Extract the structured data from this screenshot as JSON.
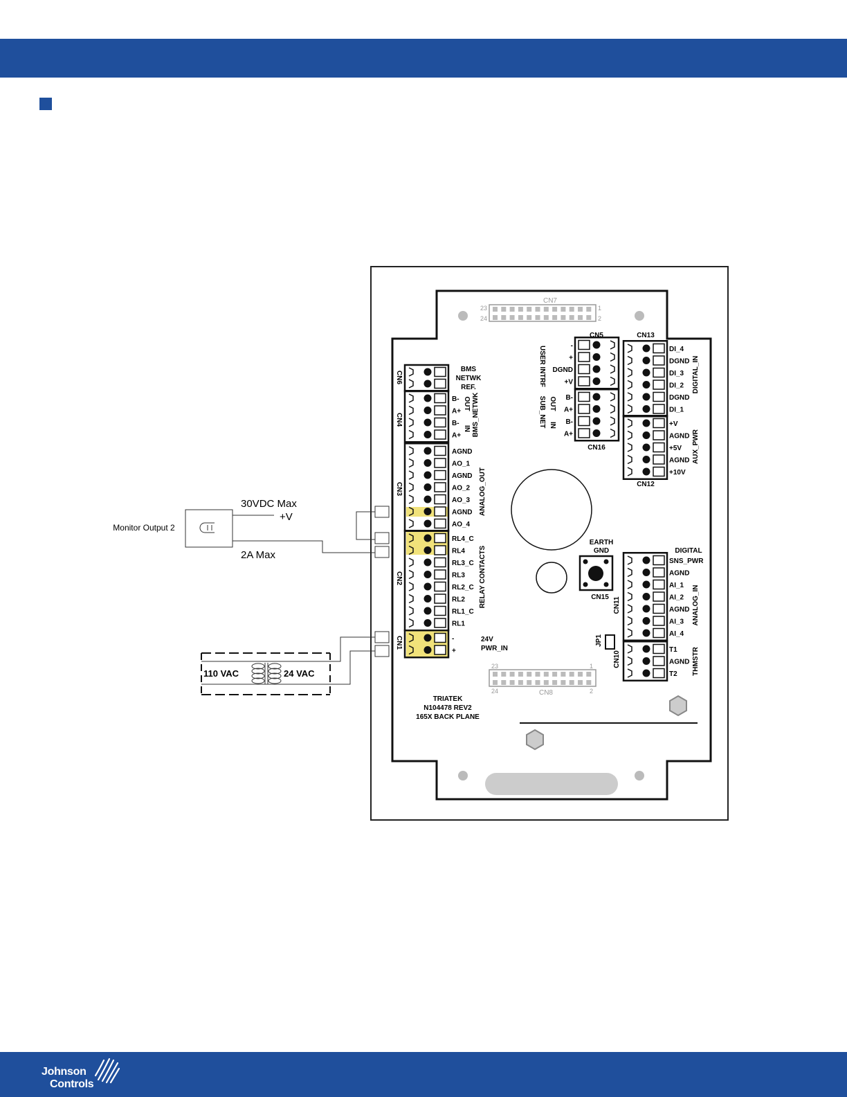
{
  "brand": {
    "line1": "Johnson",
    "line2": "Controls"
  },
  "colors": {
    "header_band": "#1f4f9c",
    "highlight": "#f1e27a"
  },
  "diagram": {
    "monitor": {
      "label": "Monitor Output 2",
      "voltage": "30VDC Max",
      "plus": "+V",
      "current": "2A Max"
    },
    "transformer": {
      "primary": "110 VAC",
      "secondary": "24 VAC"
    },
    "cn7": {
      "name": "CN7",
      "a": "23",
      "b": "24",
      "c": "1",
      "d": "2"
    },
    "cn8": {
      "name": "CN8",
      "a": "23",
      "b": "24",
      "c": "1",
      "d": "2"
    },
    "cn6": {
      "name": "CN6",
      "labels": [
        "BMS",
        "NETWK",
        "REF."
      ]
    },
    "cn4": {
      "name": "CN4",
      "pins": [
        "B-",
        "A+",
        "B-",
        "A+"
      ],
      "out": "OUT",
      "in": "IN",
      "title": "BMS_NETWK"
    },
    "cn3": {
      "name": "CN3",
      "pins": [
        "AGND",
        "AO_1",
        "AGND",
        "AO_2",
        "AO_3",
        "AGND",
        "AO_4"
      ],
      "title": "ANALOG_OUT"
    },
    "cn2": {
      "name": "CN2",
      "pins": [
        "RL4_C",
        "RL4",
        "RL3_C",
        "RL3",
        "RL2_C",
        "RL2",
        "RL1_C",
        "RL1"
      ],
      "title": "RELAY CONTACTS"
    },
    "cn1": {
      "name": "CN1",
      "pins": [
        "-",
        "+"
      ],
      "label1": "24V",
      "label2": "PWR_IN"
    },
    "cn5": {
      "name": "CN5",
      "pins": [
        "-",
        "+",
        "DGND",
        "+V"
      ],
      "title": "USER INTRF"
    },
    "cn16": {
      "name": "CN16",
      "pins": [
        "B-",
        "A+",
        "B-",
        "A+"
      ],
      "out": "OUT",
      "in": "IN",
      "title": "SUB_NET"
    },
    "cn13": {
      "name": "CN13",
      "pins": [
        "DI_4",
        "DGND",
        "DI_3",
        "DI_2",
        "DGND",
        "DI_1"
      ],
      "title": "DIGITAL_IN"
    },
    "cn12": {
      "name": "CN12",
      "pins": [
        "+V",
        "AGND",
        "+5V",
        "AGND",
        "+10V"
      ],
      "title": "AUX_PWR"
    },
    "cn11": {
      "name": "CN11",
      "pins": [
        "SNS_PWR",
        "AGND",
        "AI_1",
        "AI_2",
        "AGND",
        "AI_3",
        "AI_4"
      ],
      "top": "DIGITAL",
      "title": "ANALOG_IN"
    },
    "cn10": {
      "name": "CN10",
      "pins": [
        "T1",
        "AGND",
        "T2"
      ],
      "title": "THMSTR"
    },
    "jp1": {
      "name": "JP1"
    },
    "cn15": {
      "name": "CN15",
      "label1": "EARTH",
      "label2": "GND"
    },
    "board": {
      "line1": "TRIATEK",
      "line2": "N104478 REV2",
      "line3": "165X BACK PLANE"
    }
  }
}
